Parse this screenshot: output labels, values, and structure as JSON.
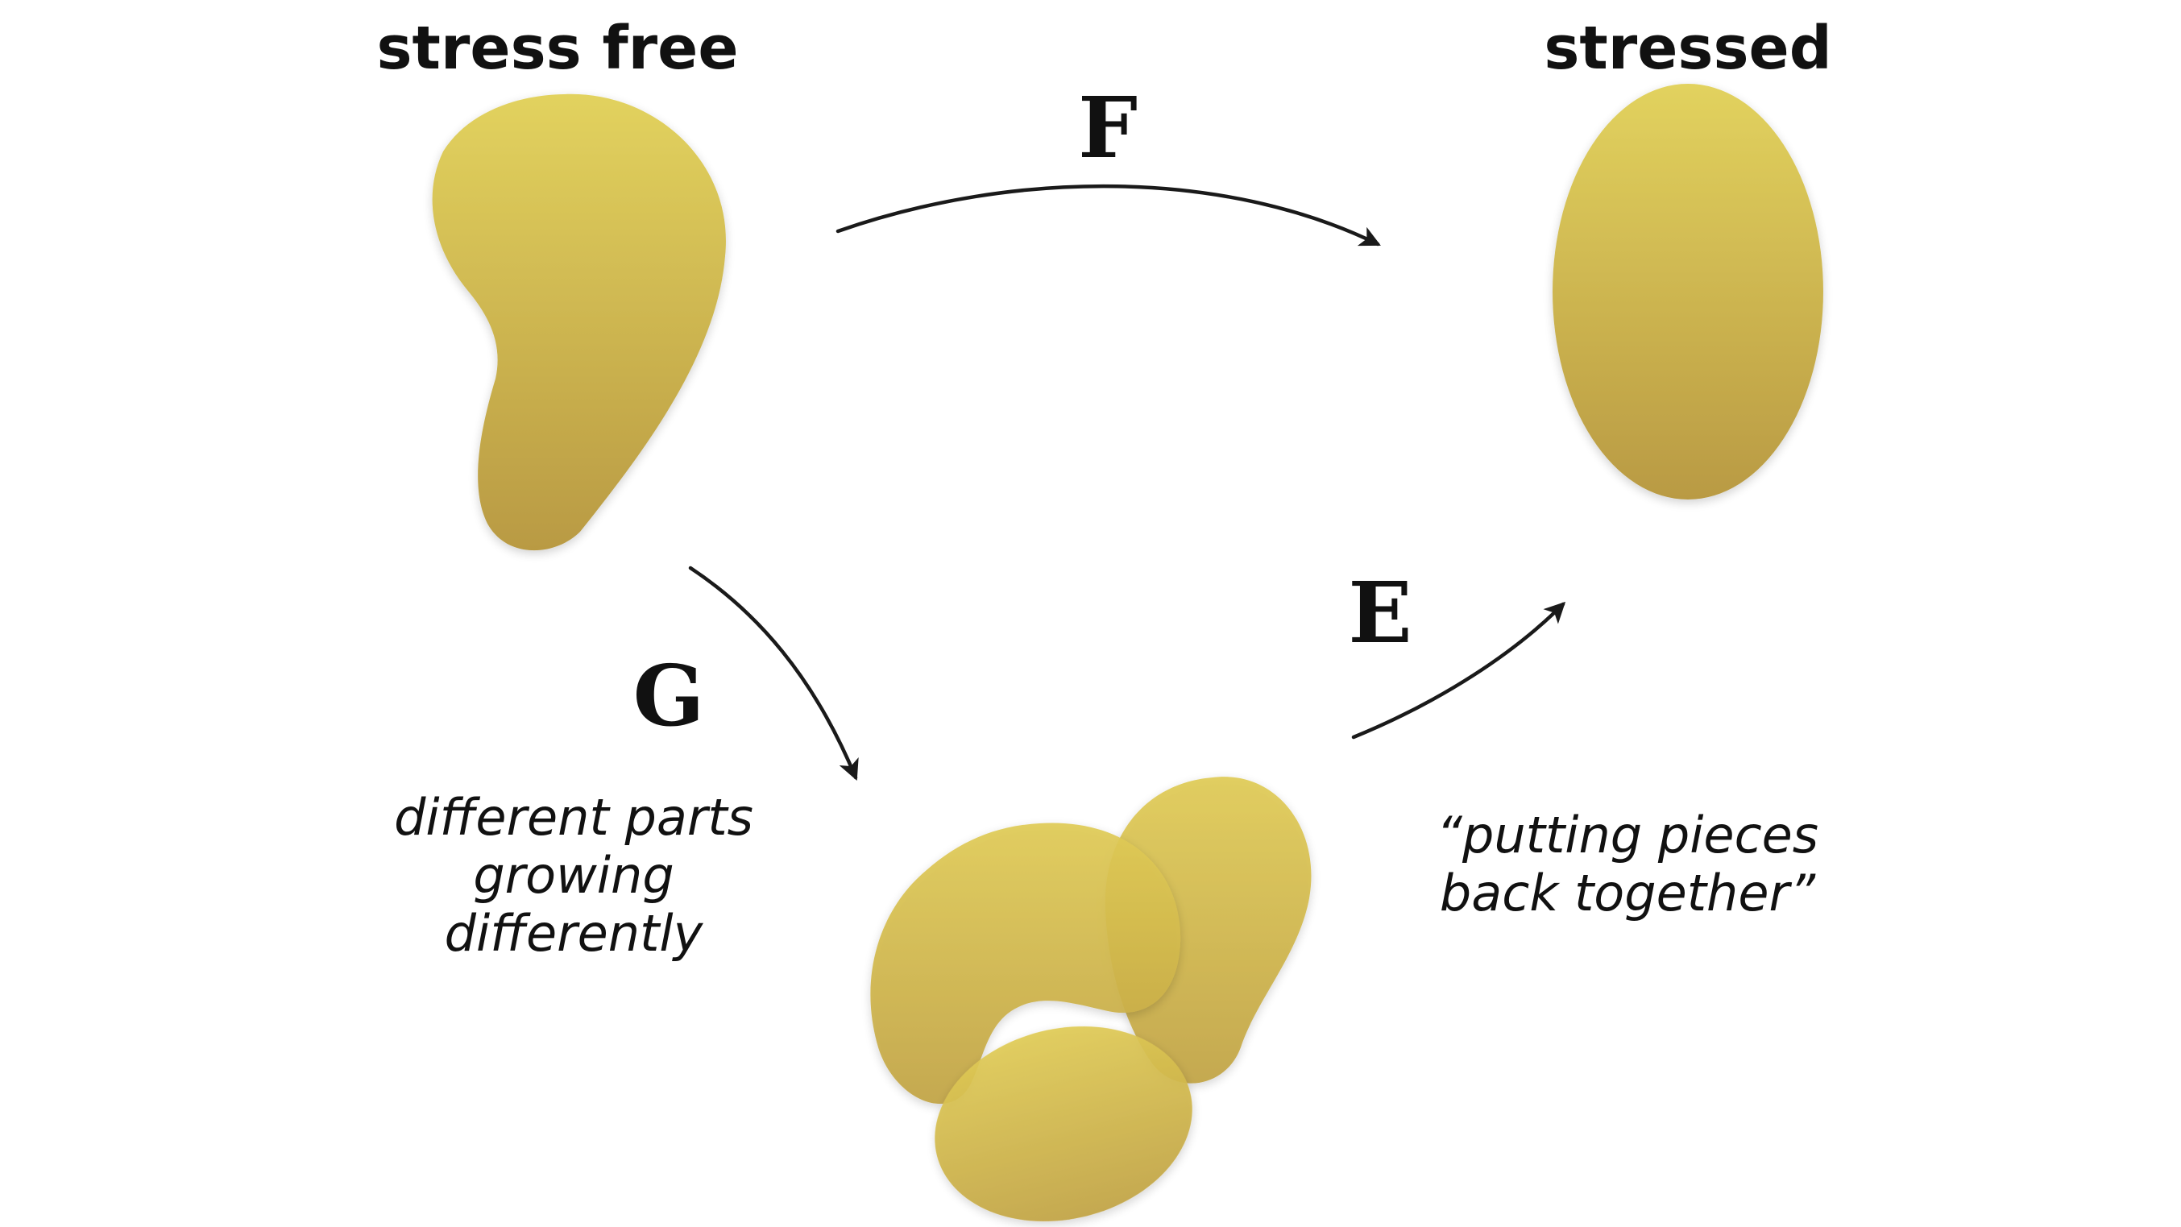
{
  "labels": {
    "stress_free": "stress free",
    "stressed": "stressed",
    "F": "F",
    "G": "G",
    "E": "E"
  },
  "notes": {
    "growth": [
      "different parts",
      "growing",
      "differently"
    ],
    "assembly": [
      "“putting pieces",
      "back together”"
    ]
  },
  "colors": {
    "blob_top": "#e2d25e",
    "blob_bottom": "#b99a43",
    "piece_fill": "#d6bd45",
    "arrow": "#1a1a1a",
    "text": "#111111"
  }
}
